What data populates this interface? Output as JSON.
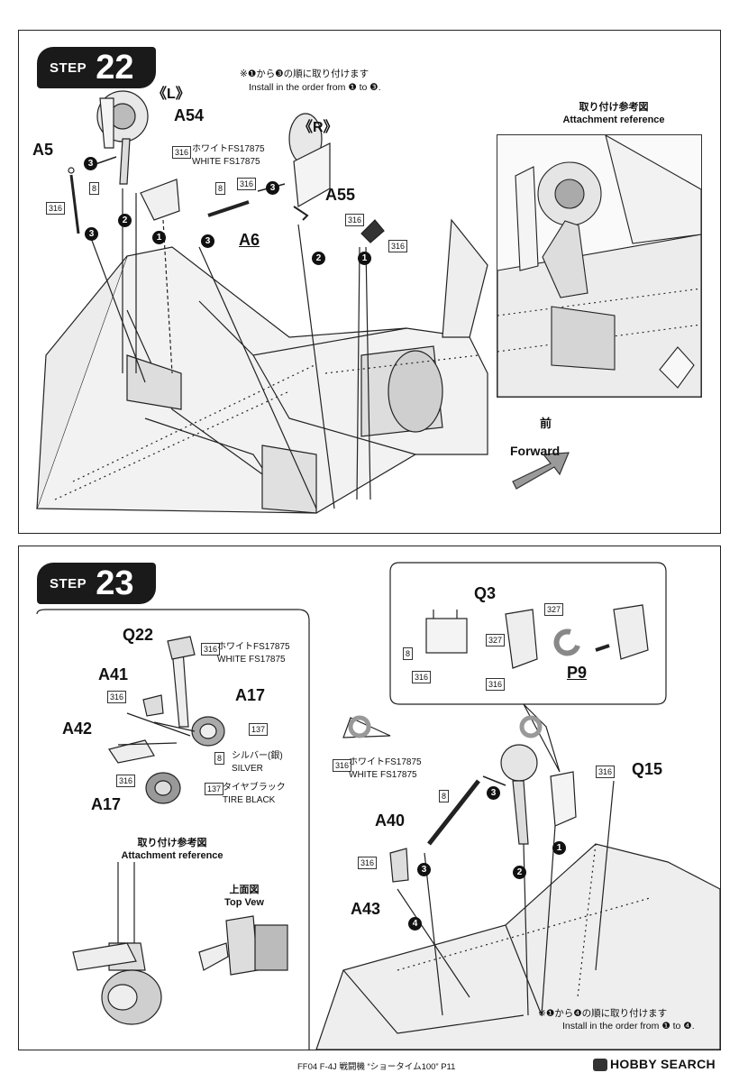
{
  "step22": {
    "word": "STEP",
    "number": "22",
    "note_ja": "※❶から❸の順に取り付けます",
    "note_en": "Install in the order from ❶ to ❸.",
    "label_left": "《L》",
    "label_right": "《R》",
    "parts": {
      "a5": "A5",
      "a54": "A54",
      "a6": "A6",
      "a55": "A55"
    },
    "paint_ja": "ホワイトFS17875",
    "paint_en": "WHITE FS17875",
    "code_white": "316",
    "code_silver": "8",
    "ref_ja": "取り付け参考図",
    "ref_en": "Attachment reference",
    "forward_ja": "前",
    "forward_en": "Forward",
    "n1": "1",
    "n2": "2",
    "n3": "3"
  },
  "step23": {
    "word": "STEP",
    "number": "23",
    "parts": {
      "q22": "Q22",
      "a41": "A41",
      "a42": "A42",
      "a17": "A17",
      "a17b": "A17",
      "q3": "Q3",
      "p9": "P9",
      "q15": "Q15",
      "a40": "A40",
      "a43": "A43"
    },
    "paint_white_ja": "ホワイトFS17875",
    "paint_white_en": "WHITE FS17875",
    "paint_silver_ja": "シルバー(銀)",
    "paint_silver_en": "SILVER",
    "paint_tire_ja": "タイヤブラック",
    "paint_tire_en": "TIRE BLACK",
    "code_white": "316",
    "code_silver": "8",
    "code_tire": "137",
    "code_327": "327",
    "ref_ja": "取り付け参考図",
    "ref_en": "Attachment reference",
    "top_ja": "上面図",
    "top_en": "Top Vew",
    "note_ja": "※❶から❹の順に取り付けます",
    "note_en": "Install in the order from ❶ to ❹.",
    "n1": "1",
    "n2": "2",
    "n3": "3",
    "n4": "4"
  },
  "footer": {
    "text": "FF04 F-4J 戦闘機 “ショータイム100” P11",
    "logo": "HOBBY SEARCH"
  }
}
